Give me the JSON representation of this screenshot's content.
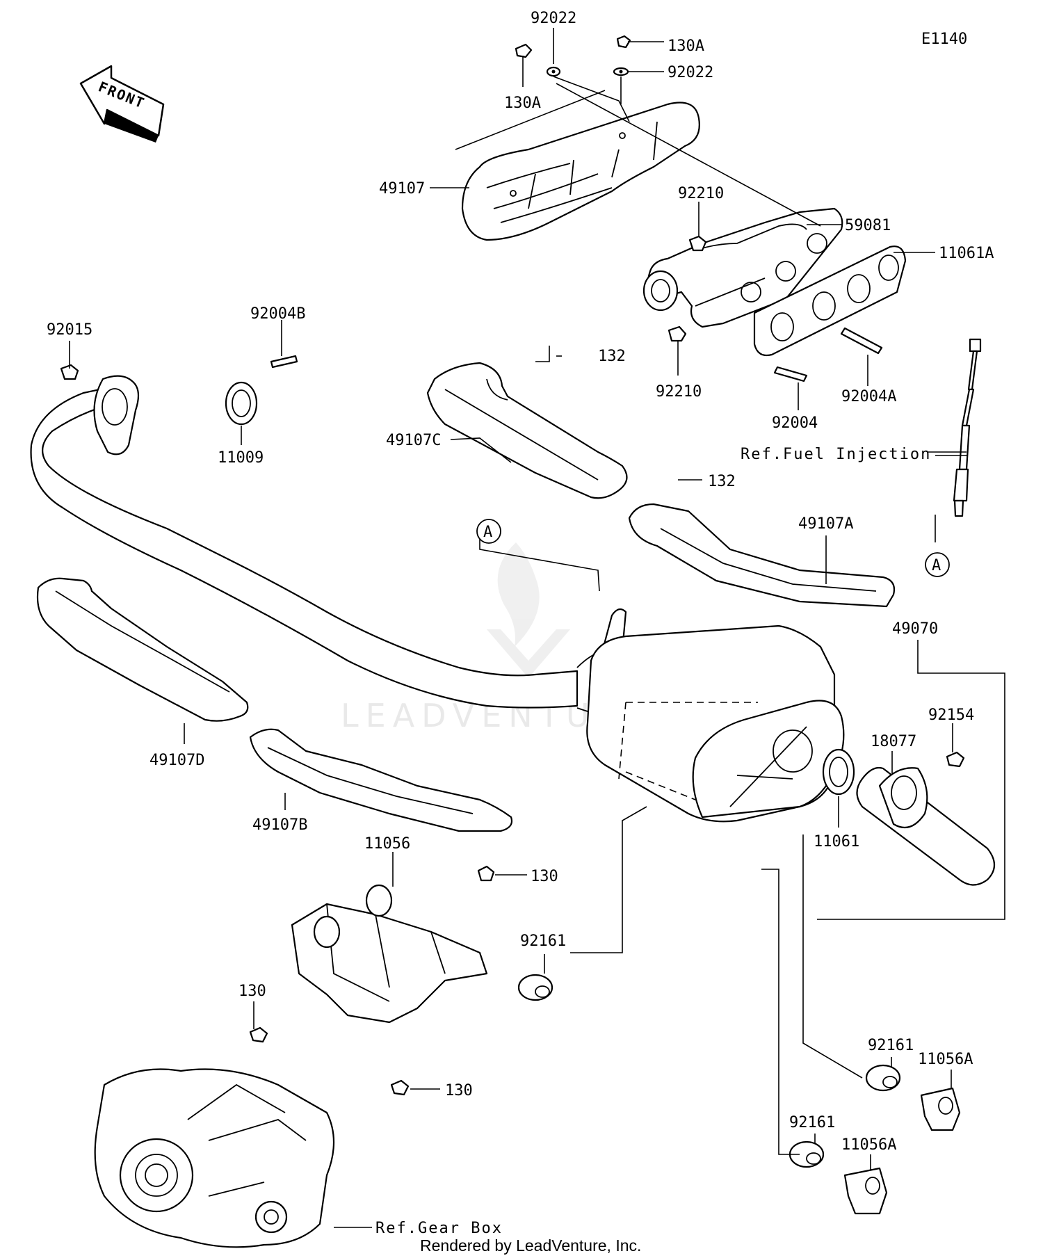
{
  "diagram_code": "E1140",
  "front_label": "FRONT",
  "watermark": "LEADVENTURE",
  "footer": "Rendered by LeadVenture, Inc.",
  "callout_letter": "A",
  "refs": {
    "fuel_injection": "Ref.Fuel Injection",
    "gear_box": "Ref.Gear Box"
  },
  "labels": {
    "p92022_top": "92022",
    "p130A_right": "130A",
    "p130A_left": "130A",
    "p92022_right": "92022",
    "p49107": "49107",
    "p92210_top": "92210",
    "p59081": "59081",
    "p11061A": "11061A",
    "p92015": "92015",
    "p92004B": "92004B",
    "p132_top": "132",
    "p92210_bottom": "92210",
    "p92004A": "92004A",
    "p92004": "92004",
    "p11009": "11009",
    "p49107C": "49107C",
    "p132_mid": "132",
    "p49107A": "49107A",
    "p49070": "49070",
    "p92154": "92154",
    "p18077": "18077",
    "p49107D": "49107D",
    "p49107B": "49107B",
    "p11061": "11061",
    "p11056": "11056",
    "p130_top": "130",
    "p92161_mid": "92161",
    "p130_left": "130",
    "p130_bottom": "130",
    "p92161_right": "92161",
    "p11056A_right": "11056A",
    "p92161_low": "92161",
    "p11056A_low": "11056A"
  }
}
